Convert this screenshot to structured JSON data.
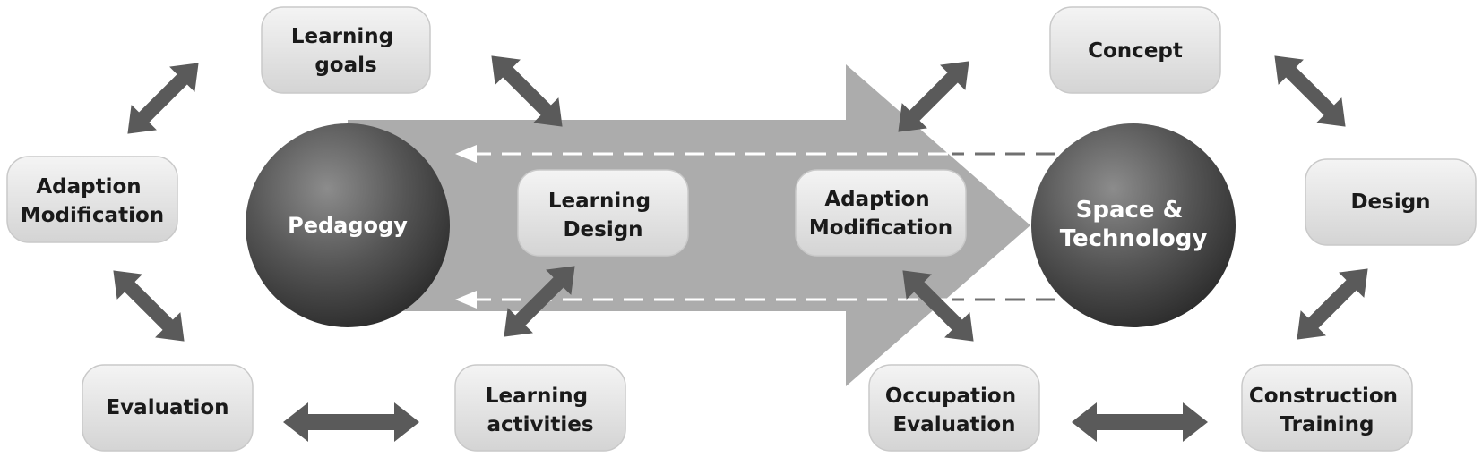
{
  "left_cycle": {
    "learning_goals": [
      "Learning",
      "goals"
    ],
    "learning_design": [
      "Learning",
      "Design"
    ],
    "learning_activities": [
      "Learning",
      "activities"
    ],
    "evaluation": [
      "Evaluation"
    ],
    "adaption_modification": [
      "Adaption",
      "Modification"
    ]
  },
  "right_cycle": {
    "concept": [
      "Concept"
    ],
    "design": [
      "Design"
    ],
    "construction_training": [
      "Construction",
      "Training"
    ],
    "occupation_evaluation": [
      "Occupation",
      "Evaluation"
    ],
    "adaption_modification": [
      "Adaption",
      "Modification"
    ]
  },
  "hubs": {
    "pedagogy": [
      "Pedagogy"
    ],
    "space_technology": [
      "Space &",
      "Technology"
    ]
  }
}
